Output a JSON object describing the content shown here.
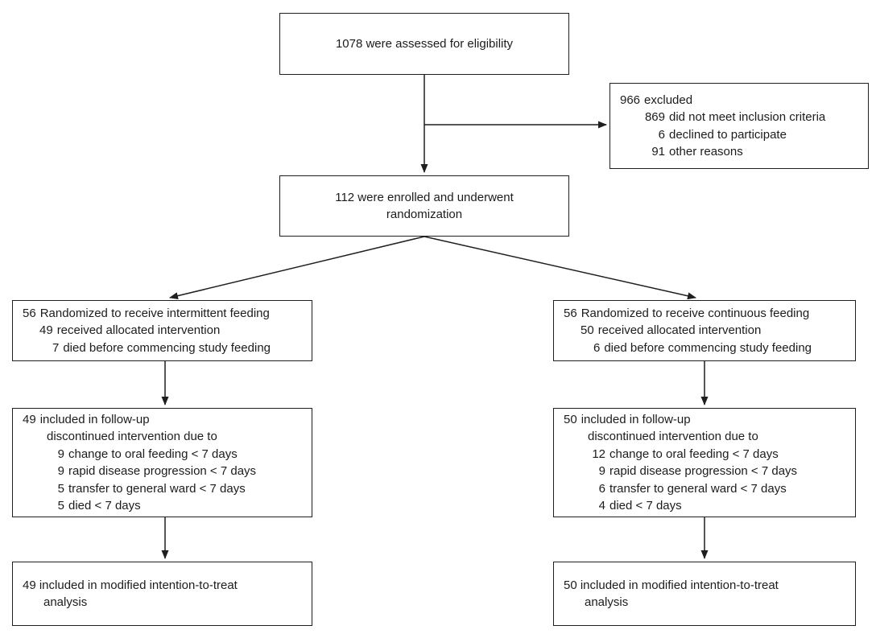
{
  "colors": {
    "background": "#ffffff",
    "box_border": "#1f1f1f",
    "text": "#1c1c1c",
    "arrow": "#1f1f1f"
  },
  "boxes": {
    "assessed": {
      "text": "1078 were assessed for eligibility"
    },
    "excluded": {
      "count": "966",
      "label": "excluded",
      "reasons": [
        {
          "num": "869",
          "text": "did not meet inclusion criteria"
        },
        {
          "num": "6",
          "text": "declined to participate"
        },
        {
          "num": "91",
          "text": "other reasons"
        }
      ]
    },
    "enrolled": {
      "line1": "112 were enrolled and underwent",
      "line2": "randomization"
    },
    "intermittent_group": {
      "rows": [
        {
          "num": "56",
          "text": "Randomized to receive intermittent feeding"
        },
        {
          "num": "49",
          "text": "received allocated intervention"
        },
        {
          "num": "7",
          "text": "died before commencing study feeding"
        }
      ]
    },
    "continuous_group": {
      "rows": [
        {
          "num": "56",
          "text": "Randomized to receive continuous feeding"
        },
        {
          "num": "50",
          "text": "received allocated intervention"
        },
        {
          "num": "6",
          "text": "died before commencing study feeding"
        }
      ]
    },
    "intermittent_followup": {
      "count": "49",
      "label": "included in follow-up",
      "subhead": "discontinued intervention due to",
      "reasons": [
        {
          "num": "9",
          "text": "change to oral feeding < 7 days"
        },
        {
          "num": "9",
          "text": "rapid disease progression < 7 days"
        },
        {
          "num": "5",
          "text": "transfer to general ward < 7 days"
        },
        {
          "num": "5",
          "text": "died < 7 days"
        }
      ]
    },
    "continuous_followup": {
      "count": "50",
      "label": "included in follow-up",
      "subhead": "discontinued intervention due to",
      "reasons": [
        {
          "num": "12",
          "text": "change to oral feeding < 7 days"
        },
        {
          "num": "9",
          "text": "rapid disease progression < 7 days"
        },
        {
          "num": "6",
          "text": "transfer to general ward < 7 days"
        },
        {
          "num": "4",
          "text": "died < 7 days"
        }
      ]
    },
    "intermittent_mitt": {
      "line1": "49 included in modified intention-to-treat",
      "line2": "analysis"
    },
    "continuous_mitt": {
      "line1": "50 included in modified intention-to-treat",
      "line2": "analysis"
    }
  }
}
